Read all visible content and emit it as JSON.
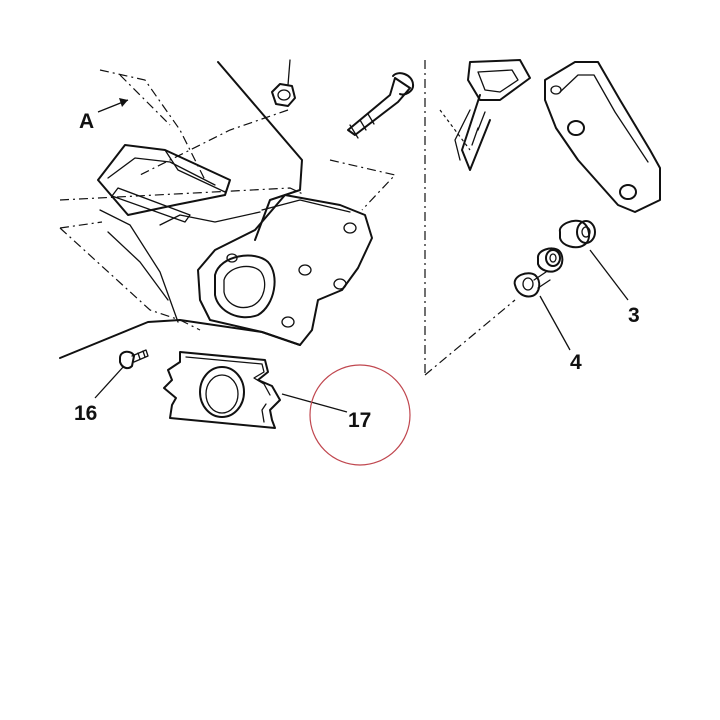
{
  "diagram": {
    "callouts": {
      "view_a": "A",
      "part_3": "3",
      "part_4": "4",
      "part_16": "16",
      "part_17": "17"
    },
    "highlight_circle_color": "#c0474f",
    "line_color": "#111111"
  }
}
